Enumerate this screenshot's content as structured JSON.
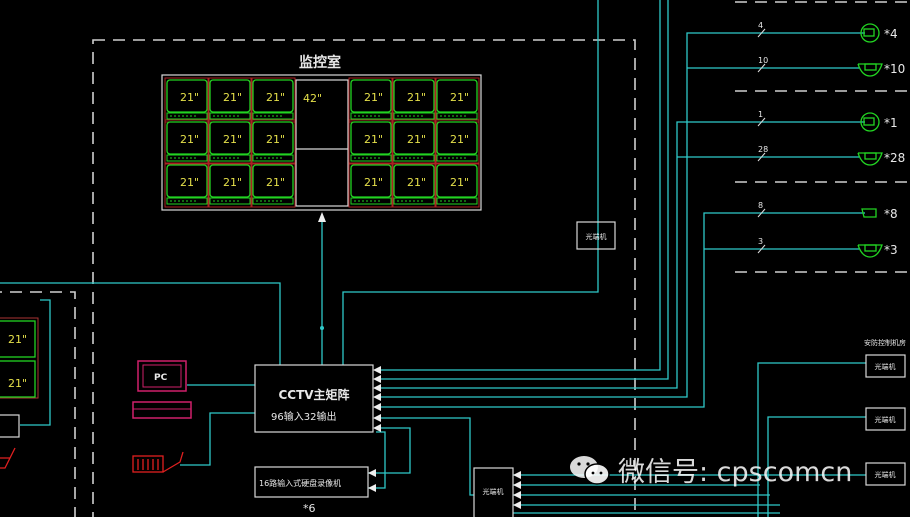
{
  "room_title": "监控室",
  "video_wall": {
    "monitor_size": "21\"",
    "main_monitor_size": "42\""
  },
  "matrix": {
    "title": "CCTV主矩阵",
    "spec": "96输入32输出"
  },
  "dvr": {
    "label": "16路输入式硬盘录像机",
    "count": "*6"
  },
  "pc": {
    "label": "PC"
  },
  "optical_transceiver_label": "光端机",
  "remote_room_label": "安防控制机房",
  "left_monitor_size": "21\"",
  "cameras": [
    {
      "line_count": "4",
      "qty": "*4",
      "type": "dome"
    },
    {
      "line_count": "10",
      "qty": "*10",
      "type": "ceiling"
    },
    {
      "line_count": "1",
      "qty": "*1",
      "type": "dome"
    },
    {
      "line_count": "28",
      "qty": "*28",
      "type": "ceiling"
    },
    {
      "line_count": "8",
      "qty": "*8",
      "type": "bullet"
    },
    {
      "line_count": "3",
      "qty": "*3",
      "type": "ceiling"
    }
  ],
  "watermark": {
    "text": "微信号: cpscomcn"
  },
  "colors": {
    "cable": "#2fc9c9",
    "monitor": "#22d322",
    "pc": "#d0206a",
    "controller": "#e02020",
    "label": "#e5e04a"
  }
}
